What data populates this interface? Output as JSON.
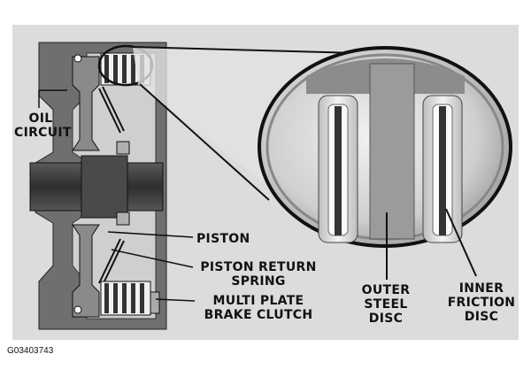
{
  "labels": {
    "oil_circuit": [
      "OIL",
      "CIRCUIT"
    ],
    "piston": "PISTON",
    "piston_return_spring": [
      "PISTON RETURN",
      "SPRING"
    ],
    "multi_plate_brake_clutch": [
      "MULTI PLATE",
      "BRAKE CLUTCH"
    ],
    "outer_steel_disc": [
      "OUTER",
      "STEEL",
      "DISC"
    ],
    "inner_friction_disc": [
      "INNER",
      "FRICTION",
      "DISC"
    ]
  },
  "figure_code": "G03403743",
  "colors": {
    "panel": "#dcdcdc",
    "housing": "#6f6f6f",
    "dark": "#3a3a3a",
    "line": "#111111"
  }
}
